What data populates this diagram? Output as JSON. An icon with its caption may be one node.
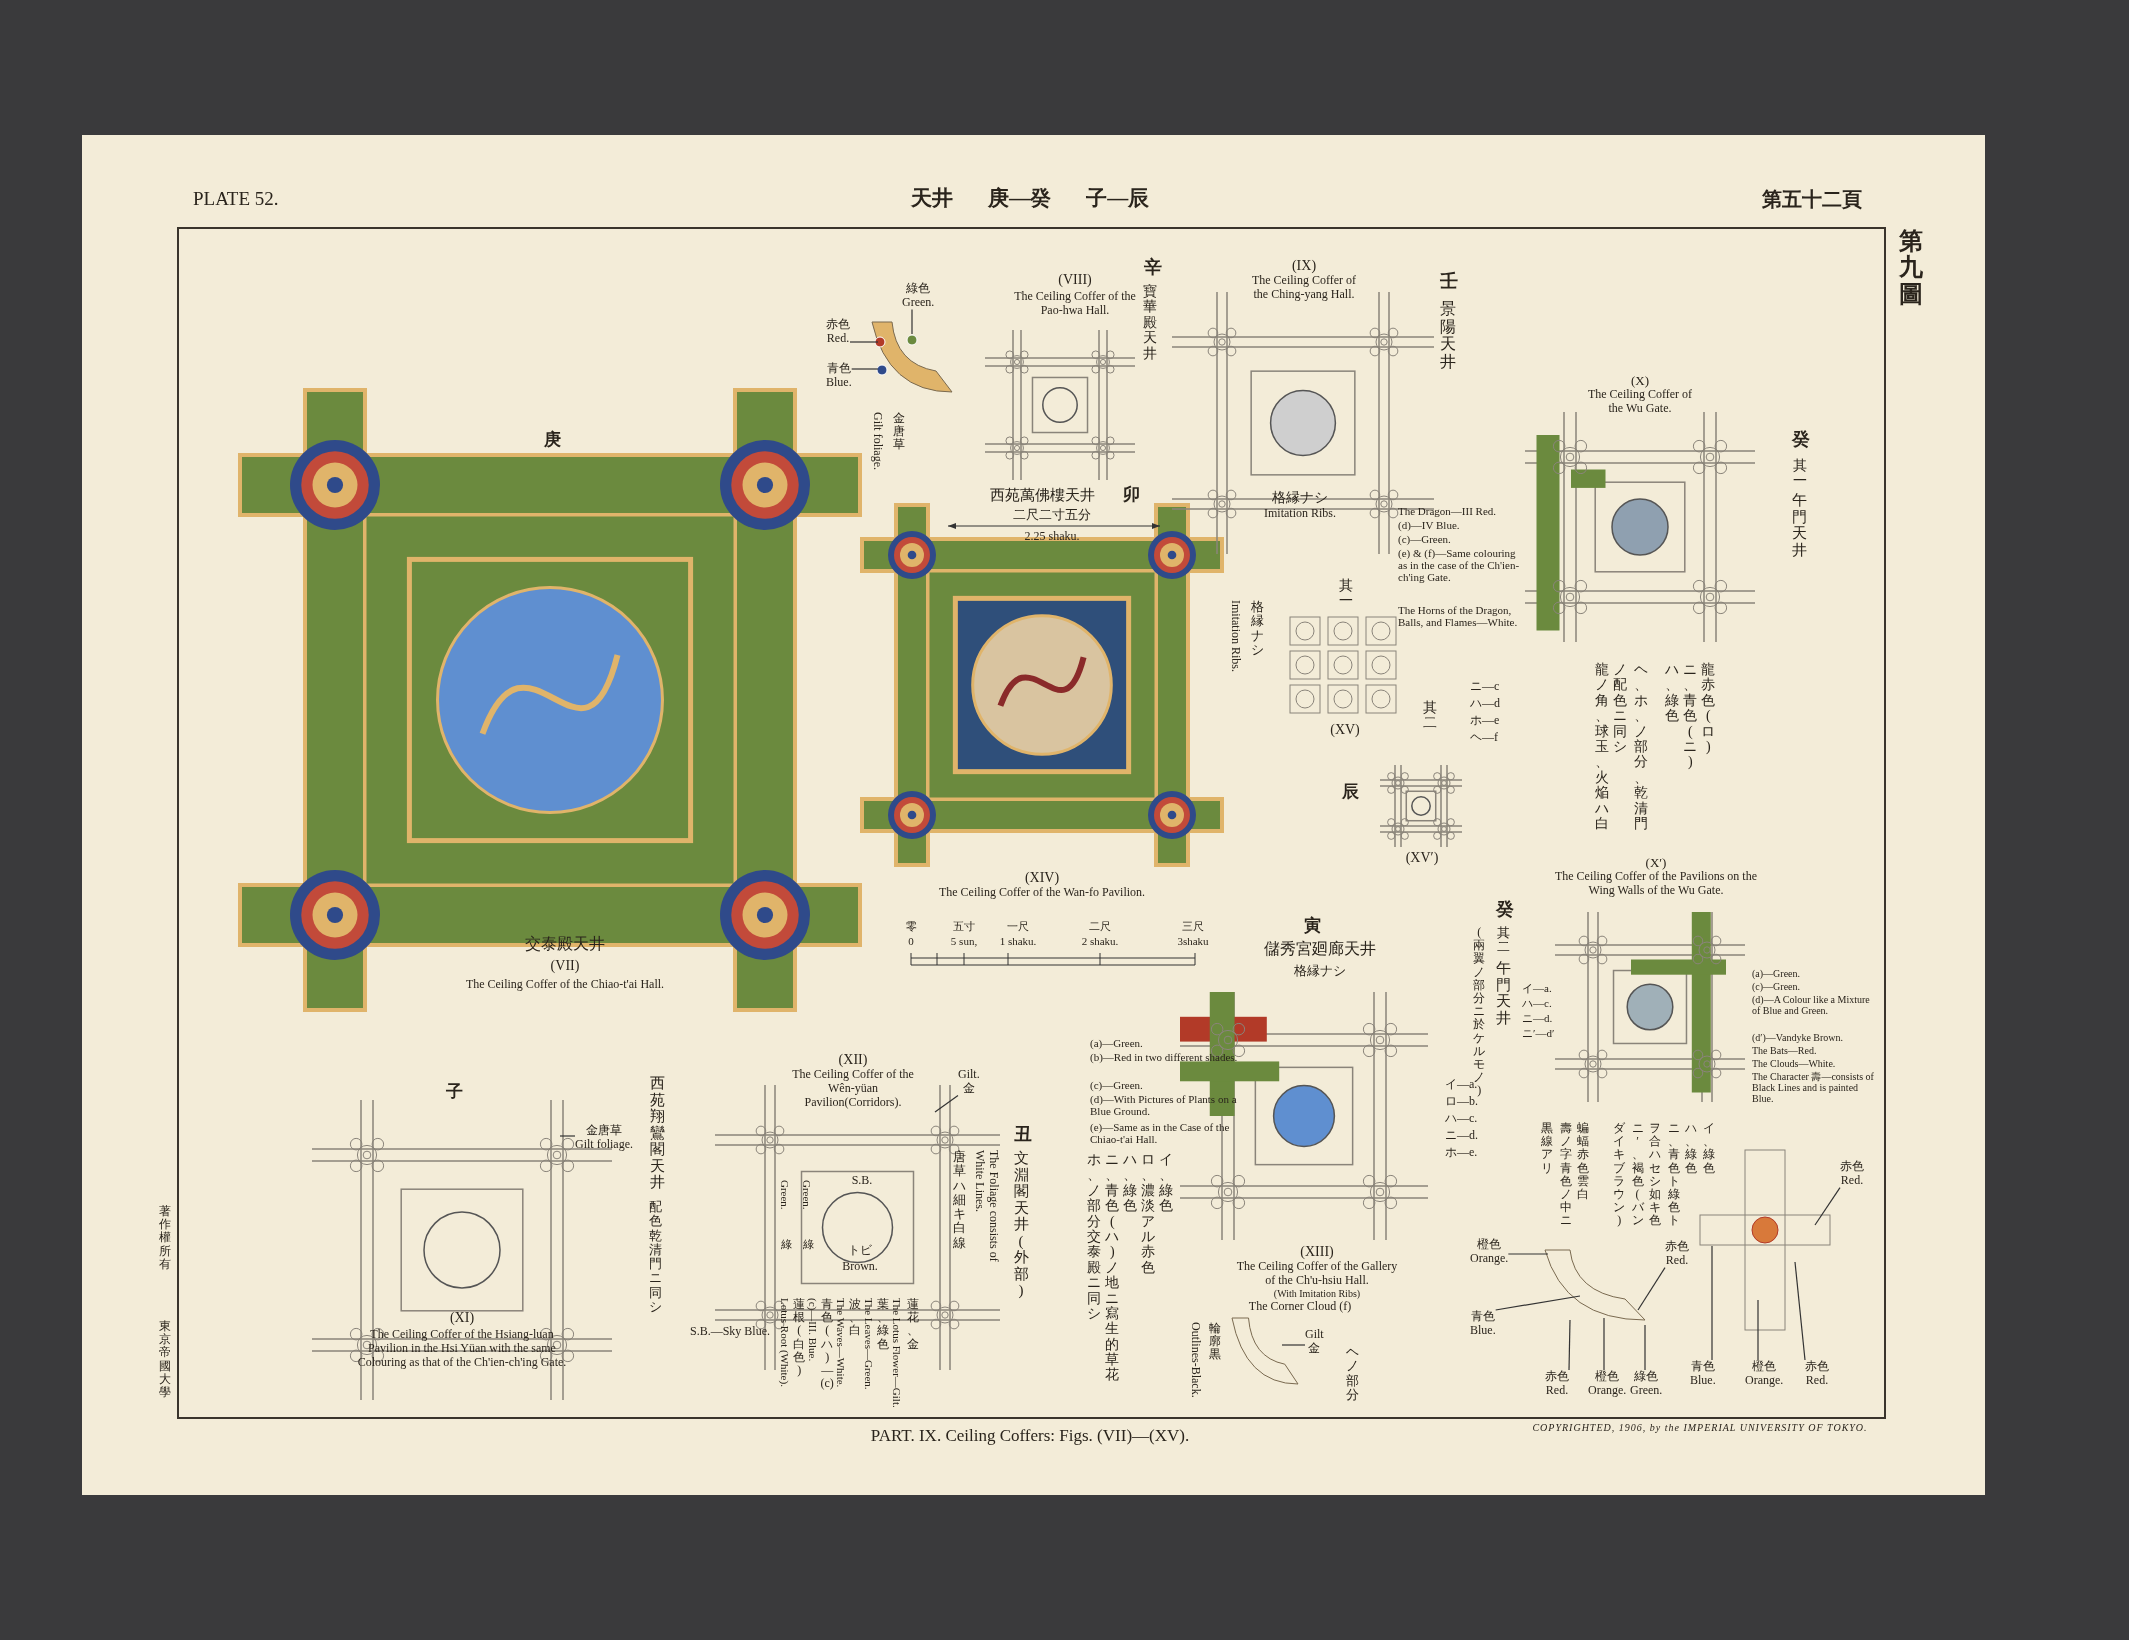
{
  "diagram": {
    "title": "天井 庚—癸 子—辰",
    "caption": "PART. IX. Ceiling Coffers: Figs. (VII)—(XV).",
    "nodes": [
      {
        "text": [
          "赤色",
          "Red."
        ]
      },
      {
        "text": [
          "青色",
          "Blue."
        ]
      },
      {
        "text": [
          "綠色",
          "Green."
        ]
      },
      {
        "text": [
          "金唐草",
          "Gilt foliage."
        ]
      },
      {
        "text": [
          "Gilt.",
          "金"
        ]
      },
      {
        "text": [
          "Gilt",
          "金"
        ]
      },
      {
        "text": [
          "橙色",
          "Orange."
        ]
      },
      {
        "text": [
          "赤色",
          "Red."
        ]
      },
      {
        "text": [
          "青色",
          "Blue."
        ]
      },
      {
        "text": [
          "赤色",
          "Red."
        ]
      },
      {
        "text": [
          "橙色",
          "Orange."
        ]
      },
      {
        "text": [
          "綠色",
          "Green."
        ]
      },
      {
        "text": [
          "赤色",
          "Red."
        ]
      },
      {
        "text": [
          "赤色",
          "Red."
        ]
      },
      {
        "text": [
          "橙色",
          "Orange."
        ]
      },
      {
        "text": [
          "青色",
          "Blue."
        ]
      },
      {
        "text": [],
        "shape": "picture"
      },
      {
        "text": [],
        "shape": "picture"
      },
      {
        "text": [],
        "shape": "picture"
      },
      {
        "text": [],
        "shape": "picture"
      }
    ],
    "edges": [
      {
        "from": 0,
        "to": 16,
        "arrow": "none"
      },
      {
        "from": 1,
        "to": 16,
        "arrow": "none"
      },
      {
        "from": 2,
        "to": 16,
        "arrow": "none"
      },
      {
        "from": 3,
        "to": null,
        "arrow": "none"
      },
      {
        "from": 4,
        "to": null,
        "arrow": "none"
      },
      {
        "from": 5,
        "to": 17,
        "arrow": "none"
      },
      {
        "from": 6,
        "to": 18,
        "arrow": "none"
      },
      {
        "from": 7,
        "to": 18,
        "arrow": "none"
      },
      {
        "from": 8,
        "to": 18,
        "arrow": "none"
      },
      {
        "from": 9,
        "to": 18,
        "arrow": "none"
      },
      {
        "from": 10,
        "to": 18,
        "arrow": "none"
      },
      {
        "from": 11,
        "to": 18,
        "arrow": "none"
      },
      {
        "from": 12,
        "to": 19,
        "arrow": "none"
      },
      {
        "from": 13,
        "to": 19,
        "arrow": "none"
      },
      {
        "from": 14,
        "to": 19,
        "arrow": "none"
      },
      {
        "from": 15,
        "to": 19,
        "arrow": "none"
      }
    ],
    "labels": [
      "PLATE 52.",
      "第五十二頁",
      "第九圖",
      "庚",
      "交泰殿天井",
      "(VII)",
      "The Ceiling Coffer of the Chiao-t'ai Hall.",
      "辛",
      "寶華殿天井",
      "(VIII)",
      "The Ceiling Coffer of the Pao-hwa Hall.",
      "(IX)",
      "The Ceiling Coffer of the Ching-yang Hall.",
      "壬",
      "景陽天井",
      "格縁ナシ",
      "Imitation Ribs.",
      "卯",
      "西苑萬佛樓天井",
      "二尺二寸五分",
      "2.25 shaku.",
      "格縁ナシ",
      "Imitation Ribs.",
      "(XIV)",
      "The Ceiling Coffer of the Wan-fo Pavilion.",
      "(X)",
      "The Ceiling Coffer of the Wu Gate.",
      "The Dragon—III Red.",
      "(d)—IV Blue.",
      "(c)—Green.",
      "(e) & (f)—Same colouring as in the case of the Ch'ien-ch'ing Gate.",
      "The Horns of the Dragon, Balls, and Flames—White.",
      "癸",
      "其一",
      "午門天井",
      "龍赤色(ロ)",
      "ニ、青色(ニ)",
      "ハ、綠色",
      "ヘ、ホ、ノ部分、乾清門ノ配色ニ同シ",
      "龍ノ角、球玉、火焔ハ白",
      "ニ—c",
      "ハ—d",
      "ホ—e",
      "ヘ—f",
      "其一",
      "(XV)",
      "其二",
      "辰",
      "(XV′)",
      "零",
      "0",
      "五寸",
      "5 sun,",
      "一尺",
      "1 shaku.",
      "二尺",
      "2 shaku.",
      "三尺",
      "3shaku",
      "寅",
      "儲秀宮廻廊天井",
      "格縁ナシ",
      "(a)—Green.",
      "(b)—Red in two different shades.",
      "(c)—Green.",
      "(d)—With Pictures of Plants on a Blue Ground.",
      "(e)—Same as in the Case of the Chiao-t'ai Hall.",
      "イ、綠色",
      "ロ、濃淡アル赤色",
      "ハ、綠色",
      "ニ、青色(ハ)ノ地ニ寫生的草花",
      "ホ、ノ部分交泰殿ニ同シ",
      "イ—a.",
      "ロ—b.",
      "ハ—c.",
      "ニ—d.",
      "ホ—e.",
      "(XIII)",
      "The Ceiling Coffer of the Gallery of the Ch'u-hsiu Hall.",
      "(With Imitation Ribs)",
      "The Corner Cloud (f)",
      "輪廓黒",
      "Outlines-Black.",
      "ヘノ部分",
      "(X′)",
      "The Ceiling Coffer of the Pavilions on the Wing Walls of the Wu Gate.",
      "癸",
      "其二",
      "午門天井",
      "(兩翼ノ部分ニ於ケルモノ)",
      "イ—a.",
      "ハ—c.",
      "ニ—d.",
      "ニ′—d′",
      "(a)—Green.",
      "(c)—Green.",
      "(d)—A Colour like a Mixture of Blue and Green.",
      "(d′)—Vandyke Brown.",
      "The Bats—Red.",
      "The Clouds—White.",
      "The Character 壽—consists of Black Lines and is painted Blue.",
      "イ、綠色",
      "ハ、綠色",
      "ニ、青色ト綠色トヲ合ハセシ如キ色",
      "ニ′、褐色(バンダイキブラウン)",
      "蝙蝠赤色雲白",
      "壽ノ字青色ノ中ニ黒線アリ",
      "著作權所有",
      "東京帝國大學",
      "子",
      "西苑翔鸞閣天井",
      "配色乾清門ニ同シ",
      "(XI)",
      "The Ceiling Coffer of the Hsiang-luan Pavilion in the Hsi Yüan with the same Colouring as that of the Ch'ien-ch'ing Gate.",
      "(XII)",
      "The Ceiling Coffer of the Wên-yüan Pavilion(Corridors).",
      "丑",
      "文淵閣天井(外部)",
      "The Foliage consists of White Lines.",
      "唐草ハ細キ白線",
      "Green.",
      "綠",
      "Green.",
      "綠",
      "S.B.",
      "トビ",
      "Brown.",
      "S.B.—Sky Blue.",
      "蓮花、金",
      "The Lotus Flower—Gilt.",
      "葉、綠色",
      "The Leaves—Green.",
      "波、白",
      "The Waves—White.",
      "青色(ハ)—(c)",
      "(c)—III. Blue.",
      "蓮根(白色)",
      "Lotus Root (White).",
      "COPYRIGHTED, 1906, by the IMPERIAL UNIVERSITY OF TOKYO.",
      "金唐草",
      "Gilt foliage."
    ]
  }
}
